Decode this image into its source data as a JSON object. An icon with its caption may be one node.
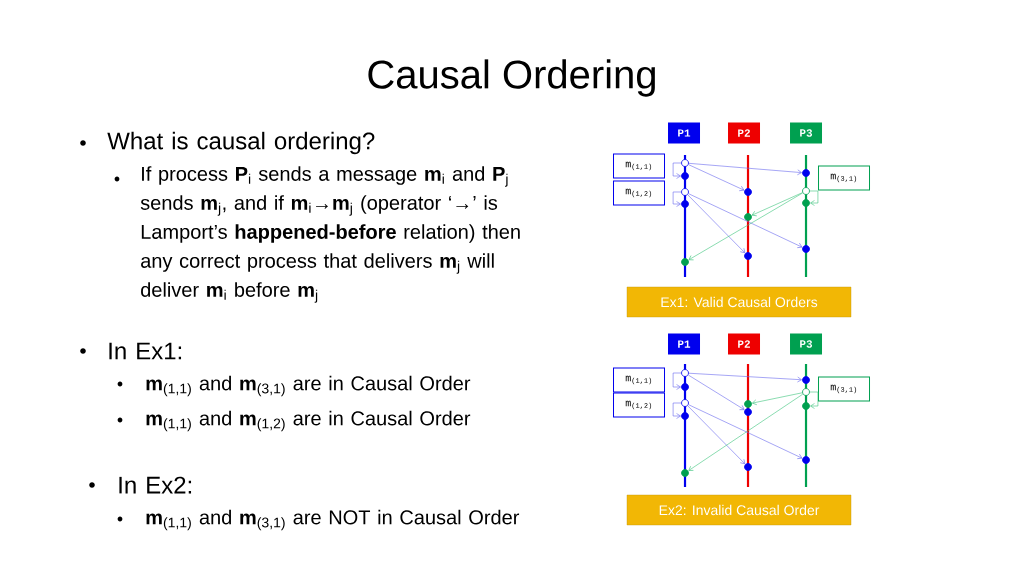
{
  "diagram": {
    "title": "Causal Ordering",
    "nodes": [
      {
        "text": [
          "P1"
        ]
      },
      {
        "text": [
          "P2"
        ]
      },
      {
        "text": [
          "P3"
        ]
      },
      {
        "text": [
          "m$_{(1,1)}$"
        ]
      },
      {
        "text": [
          "m$_{(1,2)}$"
        ]
      },
      {
        "text": [
          "m$_{(3,1)}$"
        ]
      },
      {
        "text": [],
        "shape": "circle"
      },
      {
        "text": [],
        "shape": "circle"
      },
      {
        "text": [],
        "shape": "circle"
      },
      {
        "text": [],
        "shape": "circle"
      },
      {
        "text": [],
        "shape": "circle"
      },
      {
        "text": [],
        "shape": "circle"
      },
      {
        "text": [],
        "shape": "circle"
      },
      {
        "text": [],
        "shape": "circle"
      },
      {
        "text": [],
        "shape": "circle"
      },
      {
        "text": [],
        "shape": "circle"
      },
      {
        "text": [],
        "shape": "circle"
      },
      {
        "text": [],
        "shape": "circle"
      },
      {
        "text": [
          "Ex1: Valid Causal Orders"
        ]
      },
      {
        "text": [
          "P1"
        ]
      },
      {
        "text": [
          "P2"
        ]
      },
      {
        "text": [
          "P3"
        ]
      },
      {
        "text": [
          "m$_{(1,1)}$"
        ]
      },
      {
        "text": [
          "m$_{(1,2)}$"
        ]
      },
      {
        "text": [
          "m$_{(3,1)}$"
        ]
      },
      {
        "text": [],
        "shape": "circle"
      },
      {
        "text": [],
        "shape": "circle"
      },
      {
        "text": [],
        "shape": "circle"
      },
      {
        "text": [],
        "shape": "circle"
      },
      {
        "text": [],
        "shape": "circle"
      },
      {
        "text": [],
        "shape": "circle"
      },
      {
        "text": [],
        "shape": "circle"
      },
      {
        "text": [],
        "shape": "circle"
      },
      {
        "text": [],
        "shape": "circle"
      },
      {
        "text": [],
        "shape": "circle"
      },
      {
        "text": [],
        "shape": "circle"
      },
      {
        "text": [],
        "shape": "circle"
      },
      {
        "text": [
          "Ex2: Invalid Causal Order"
        ]
      }
    ],
    "edges": [
      {
        "from": 6,
        "to": 7,
        "arrow": "to"
      },
      {
        "from": 6,
        "to": 11,
        "arrow": "to"
      },
      {
        "from": 6,
        "to": 14,
        "arrow": "to"
      },
      {
        "from": 8,
        "to": 9,
        "arrow": "to"
      },
      {
        "from": 8,
        "to": 13,
        "arrow": "to"
      },
      {
        "from": 8,
        "to": 17,
        "arrow": "to"
      },
      {
        "from": 15,
        "to": 16,
        "arrow": "to",
        "color": "#3cc47c"
      },
      {
        "from": 15,
        "to": 12,
        "arrow": "to",
        "color": "#3cc47c"
      },
      {
        "from": 15,
        "to": 10,
        "arrow": "to",
        "color": "#3cc47c"
      },
      {
        "from": 25,
        "to": 26,
        "arrow": "to"
      },
      {
        "from": 25,
        "to": 31,
        "arrow": "to"
      },
      {
        "from": 25,
        "to": 33,
        "arrow": "to"
      },
      {
        "from": 27,
        "to": 28,
        "arrow": "to"
      },
      {
        "from": 27,
        "to": 32,
        "arrow": "to"
      },
      {
        "from": 27,
        "to": 36,
        "arrow": "to"
      },
      {
        "from": 34,
        "to": 35,
        "arrow": "to",
        "color": "#3cc47c"
      },
      {
        "from": 34,
        "to": 30,
        "arrow": "to",
        "color": "#3cc47c"
      },
      {
        "from": 34,
        "to": 29,
        "arrow": "to",
        "color": "#3cc47c"
      }
    ],
    "labels": [
      "What is causal ordering?",
      "If process **P**$_{i}$ sends a message **m**$_{i}$ and **P**$_{j}$ sends **m**$_{j}$, and if **m**$_{i}$→**m**$_{j}$ (operator ‘→’ is Lamport’s **happened-before** relation) then any correct process that delivers **m**$_{j}$ will deliver **m**$_{i}$ before **m**$_{j}$",
      "In Ex1:",
      "**m**$_{(1,1)}$ and **m**$_{(3,1)}$ are in Causal Order",
      "**m**$_{(1,1)}$ and **m**$_{(1,2)}$ are in Causal Order",
      "In Ex2:",
      "**m**$_{(1,1)}$ and **m**$_{(3,1)}$ are NOT in Causal Order"
    ]
  }
}
